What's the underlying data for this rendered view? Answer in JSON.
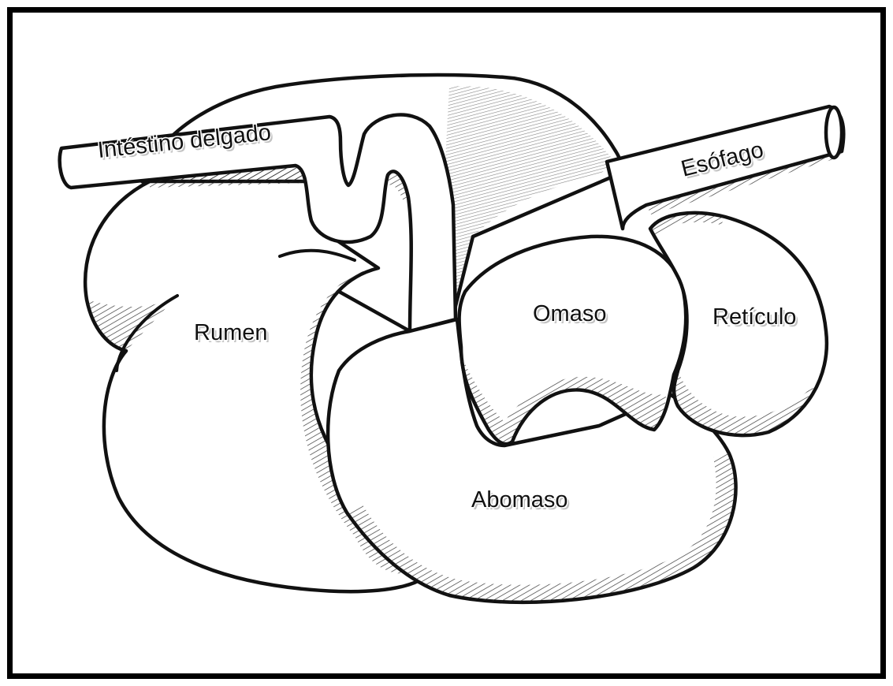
{
  "labels": {
    "intestino": "Intéstino delgado",
    "esofago": "Esófago",
    "rumen": "Rumen",
    "omaso": "Omaso",
    "reticulo": "Retículo",
    "abomaso": "Abomaso"
  },
  "colors": {
    "line": "#111111",
    "fill": "#ffffff",
    "frame": "#000000"
  }
}
